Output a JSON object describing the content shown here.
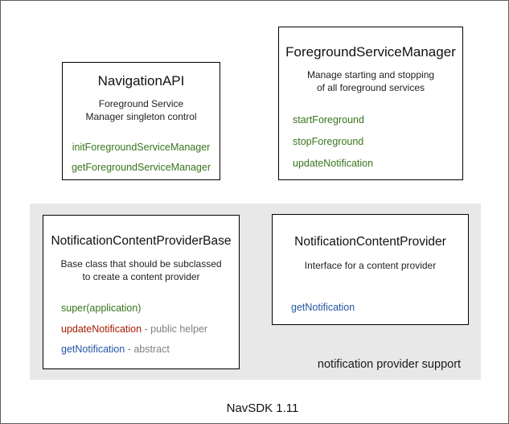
{
  "colors": {
    "method_green": "#38761d",
    "method_red": "#a61c00",
    "method_blue": "#2456a5",
    "suffix_gray": "#7f7f7f",
    "panel_background": "#e8e8e8",
    "box_border": "#000000",
    "outer_border": "#5e5e5e"
  },
  "diagram": {
    "navigation_api": {
      "title": "NavigationAPI",
      "description": [
        "Foreground Service",
        "Manager singleton control"
      ],
      "methods": [
        {
          "name": "initForegroundServiceManager"
        },
        {
          "name": "getForegroundServiceManager"
        }
      ]
    },
    "foreground_service_manager": {
      "title": "ForegroundServiceManager",
      "description": [
        "Manage starting and stopping",
        "of all foreground services"
      ],
      "methods": [
        {
          "name": "startForeground"
        },
        {
          "name": "stopForeground"
        },
        {
          "name": "updateNotification"
        }
      ]
    },
    "notification_content_provider_base": {
      "title": "NotificationContentProviderBase",
      "description": [
        "Base class that should be subclassed",
        "to create a content provider"
      ],
      "methods": [
        {
          "name": "super(application)",
          "suffix": ""
        },
        {
          "name": "updateNotification",
          "suffix": " - public helper"
        },
        {
          "name": "getNotification",
          "suffix": " - abstract"
        }
      ]
    },
    "notification_content_provider": {
      "title": "NotificationContentProvider",
      "description": [
        "Interface for a content provider"
      ],
      "methods": [
        {
          "name": "getNotification"
        }
      ]
    },
    "panel_label": "notification provider support",
    "footer": "NavSDK 1.11"
  }
}
